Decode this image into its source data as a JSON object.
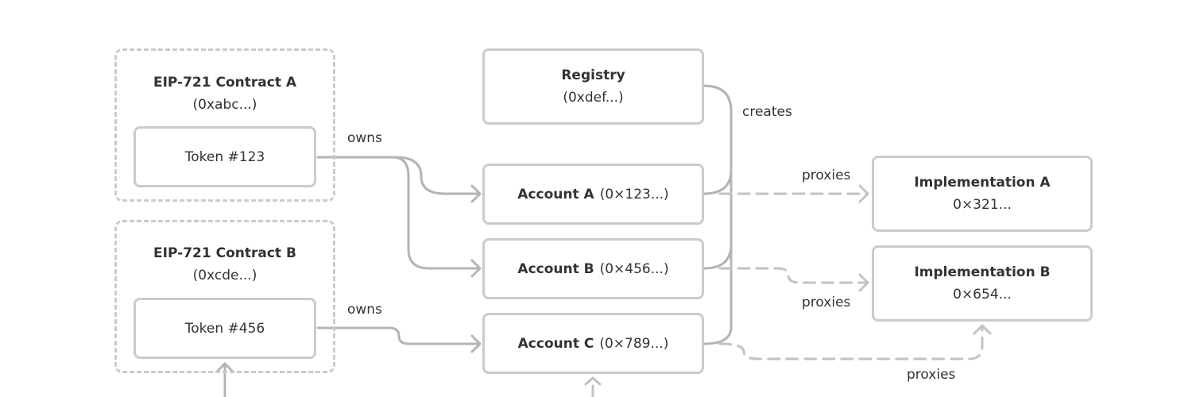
{
  "groups": {
    "contract_a": {
      "title": "EIP-721 Contract A",
      "address": "(0xabc...)"
    },
    "contract_b": {
      "title": "EIP-721 Contract B",
      "address": "(0xcde...)"
    }
  },
  "tokens": {
    "token_123": "Token #123",
    "token_456": "Token #456"
  },
  "registry": {
    "title": "Registry",
    "address": "(0xdef...)"
  },
  "accounts": {
    "a": {
      "name": "Account A",
      "address": "(0×123...)"
    },
    "b": {
      "name": "Account B",
      "address": "(0×456...)"
    },
    "c": {
      "name": "Account C",
      "address": "(0×789...)"
    }
  },
  "implementations": {
    "a": {
      "name": "Implementation A",
      "address": "0×321..."
    },
    "b": {
      "name": "Implementation B",
      "address": "0×654..."
    }
  },
  "edge_labels": {
    "owns_1": "owns",
    "owns_2": "owns",
    "creates": "creates",
    "proxies_a": "proxies",
    "proxies_b": "proxies",
    "proxies_c": "proxies"
  },
  "colors": {
    "border": "#cbcbcb",
    "solid_edge": "#b4b4b4",
    "dashed_edge": "#c2c2c2",
    "text": "#333333",
    "background": "#ffffff"
  }
}
